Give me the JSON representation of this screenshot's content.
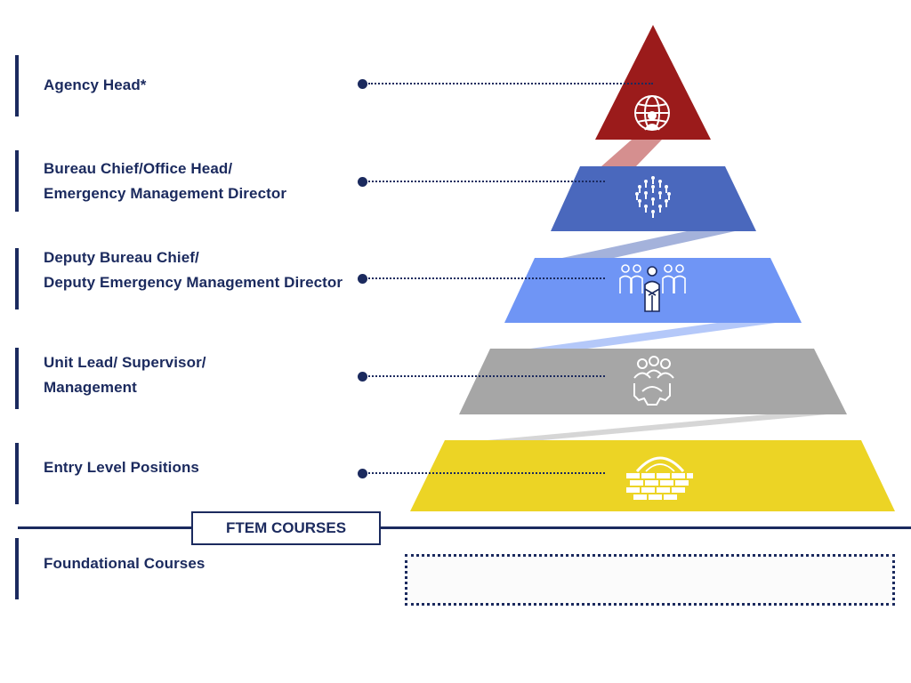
{
  "levels": [
    {
      "lines": [
        "Agency Head*",
        ""
      ],
      "icon": "globe-person-icon",
      "color": "#9b1b1b"
    },
    {
      "lines": [
        "Bureau Chief/Office Head/",
        "Emergency Management Director"
      ],
      "icon": "crowd-icon",
      "color": "#4a68bd"
    },
    {
      "lines": [
        "Deputy Bureau Chief/",
        "Deputy Emergency Management Director"
      ],
      "icon": "team-leader-icon",
      "color": "#6f95f5"
    },
    {
      "lines": [
        "Unit Lead/ Supervisor/",
        "Management"
      ],
      "icon": "team-gear-icon",
      "color": "#a6a6a6"
    },
    {
      "lines": [
        "Entry Level Positions",
        ""
      ],
      "icon": "brick-wall-gear-icon",
      "color": "#ecd425"
    }
  ],
  "section": {
    "label": "FTEM COURSES"
  },
  "foundational": {
    "label": "Foundational Courses",
    "icon": "climbing-stairs-star-icon"
  }
}
